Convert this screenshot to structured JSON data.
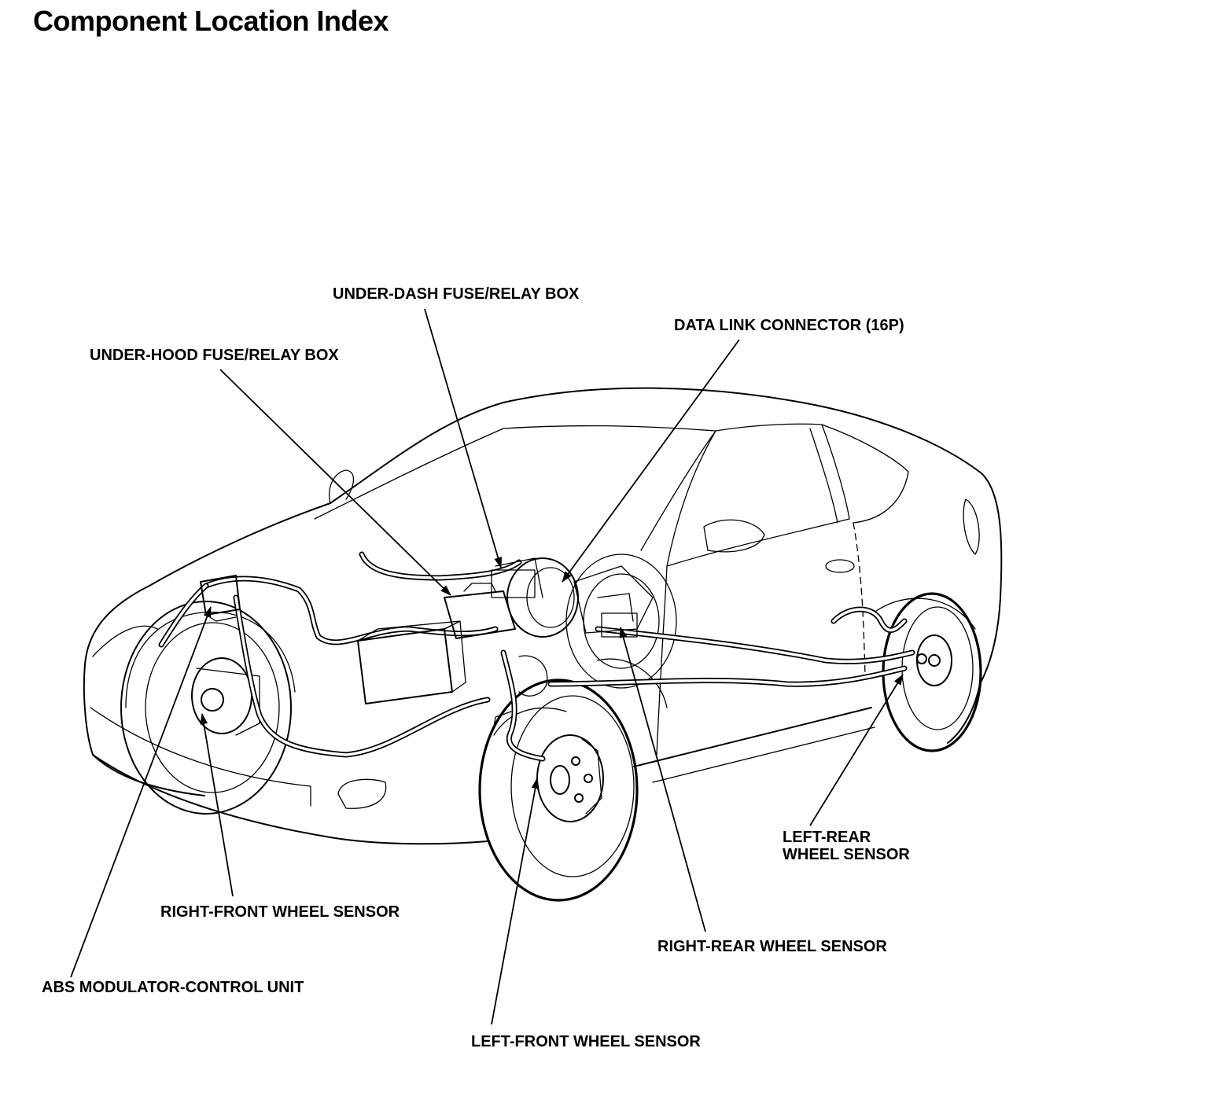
{
  "title": "Component Location Index",
  "labels": {
    "under_dash": "UNDER-DASH FUSE/RELAY BOX",
    "data_link": "DATA LINK CONNECTOR (16P)",
    "under_hood": "UNDER-HOOD FUSE/RELAY BOX",
    "left_rear_line1": "LEFT-REAR",
    "left_rear_line2": "WHEEL SENSOR",
    "right_front": "RIGHT-FRONT WHEEL SENSOR",
    "right_rear": "RIGHT-REAR WHEEL SENSOR",
    "abs_unit": "ABS MODULATOR-CONTROL UNIT",
    "left_front": "LEFT-FRONT WHEEL SENSOR"
  }
}
